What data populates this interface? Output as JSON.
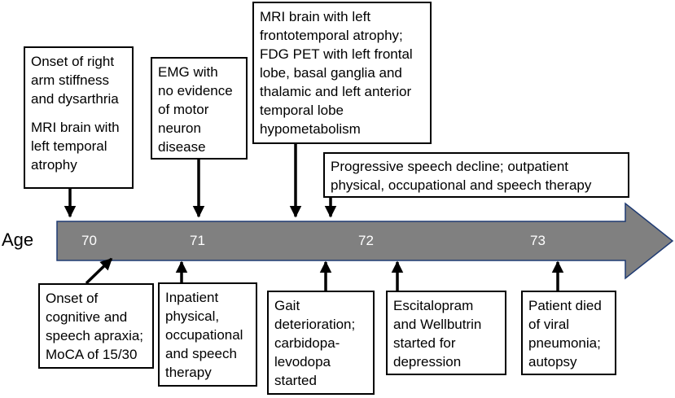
{
  "axis": {
    "label": "Age",
    "ticks": [
      "70",
      "71",
      "72",
      "73"
    ]
  },
  "events_above": [
    {
      "lines": [
        "Onset of right",
        "arm stiffness",
        "and dysarthria"
      ],
      "lines2": [
        "MRI brain with",
        "left temporal",
        "atrophy"
      ]
    },
    {
      "lines": [
        "EMG with",
        "no evidence",
        "of motor",
        "neuron",
        "disease"
      ]
    },
    {
      "lines": [
        "MRI brain with left",
        "frontotemporal atrophy;",
        "FDG PET with left frontal",
        "lobe, basal ganglia and",
        "thalamic and left anterior",
        "temporal lobe",
        "hypometabolism"
      ]
    },
    {
      "lines": [
        "Progressive speech decline; outpatient",
        "physical, occupational and speech therapy"
      ]
    }
  ],
  "events_below": [
    {
      "lines": [
        "Onset of",
        "cognitive and",
        "speech apraxia;",
        "MoCA of 15/30"
      ]
    },
    {
      "lines": [
        "Inpatient",
        "physical,",
        "occupational",
        "and speech",
        "therapy"
      ]
    },
    {
      "lines": [
        "Gait",
        "deterioration;",
        "carbidopa-",
        "levodopa",
        "started"
      ]
    },
    {
      "lines": [
        "Escitalopram",
        "and Wellbutrin",
        "started for",
        "depression"
      ]
    },
    {
      "lines": [
        "Patient died",
        "of viral",
        "pneumonia;",
        "autopsy"
      ]
    }
  ],
  "colors": {
    "arrow_fill": "#808080",
    "arrow_stroke": "#1f3b73",
    "text": "#000000"
  }
}
